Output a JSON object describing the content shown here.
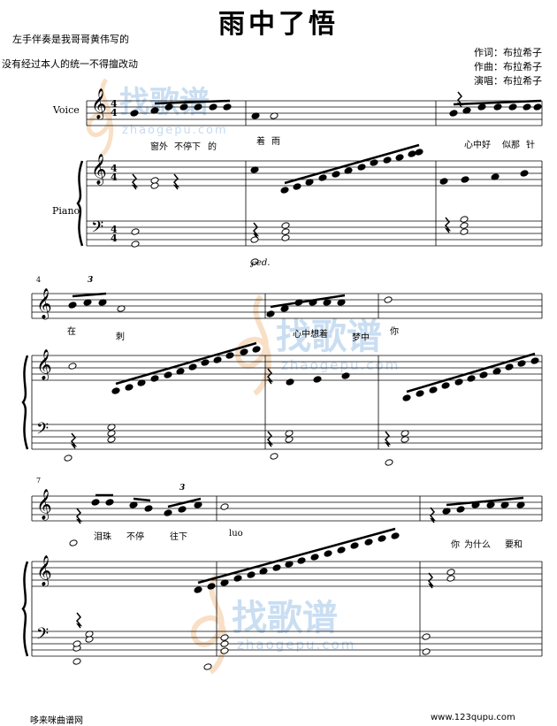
{
  "title": "雨中了悟",
  "notes": [
    "左手伴奏是我哥哥黄伟写的",
    "没有经过本人的统一不得擅改动"
  ],
  "credits": [
    "作词：布拉希子",
    "作曲：布拉希子",
    "演唱：布拉希子"
  ],
  "parts": {
    "voice": "Voice",
    "piano": "Piano"
  },
  "time_signature": {
    "top": "4",
    "bottom": "4"
  },
  "measure_numbers": [
    "4",
    "7"
  ],
  "tuplet": "3",
  "lyrics": {
    "system1": [
      "窗外",
      "不停下",
      "的",
      "着",
      "雨",
      "心中好",
      "似那",
      "针"
    ],
    "system2": [
      "在",
      "刺",
      "心中想着",
      "梦中",
      "你"
    ],
    "system3": [
      "泪珠",
      "不停",
      "往下",
      "luo",
      "你",
      "为什么",
      "要和"
    ]
  },
  "watermark": {
    "brand": "找歌谱",
    "url": "zhaogepu.com"
  },
  "footer": {
    "left": "哆来咪曲谱网",
    "right": "www.123qupu.com"
  }
}
